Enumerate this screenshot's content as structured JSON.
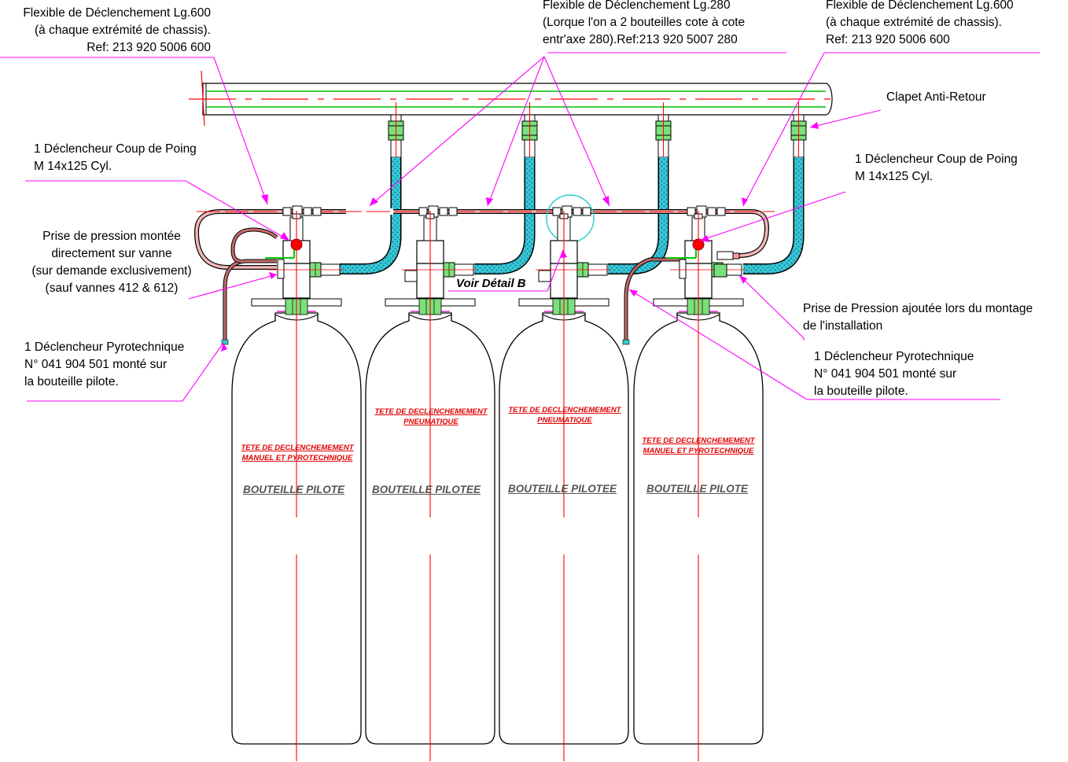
{
  "labels": {
    "flex600_left": [
      "Flexible de Déclenchement Lg.600",
      "(à chaque extrémité de chassis).",
      "Ref: 213 920 5006 600"
    ],
    "flex280": [
      "Flexible de Déclenchement Lg.280",
      "(Lorque l'on a 2 bouteilles cote à cote",
      "entr'axe 280).Ref:213 920 5007 280"
    ],
    "flex600_right": [
      "Flexible de Déclenchement Lg.600",
      "(à chaque extrémité de chassis).",
      "Ref: 213 920 5006 600"
    ],
    "clapet": "Clapet Anti-Retour",
    "coup_left": [
      "1 Déclencheur Coup de Poing",
      "M 14x125 Cyl."
    ],
    "coup_right": [
      "1 Déclencheur  Coup de Poing",
      "M 14x125 Cyl."
    ],
    "prise_vanne": [
      "Prise de pression montée",
      "directement sur vanne",
      "(sur demande exclusivement)",
      "(sauf vannes 412 & 612)"
    ],
    "prise_ajoutee": [
      "Prise de Pression ajoutée lors du montage",
      "de l'installation"
    ],
    "pyro_left": [
      "1 Déclencheur Pyrotechnique",
      "N° 041 904 501 monté sur",
      "la  bouteille pilote."
    ],
    "pyro_right": [
      "1 Déclencheur Pyrotechnique",
      "N° 041 904 501 monté sur",
      "la  bouteille pilote."
    ],
    "voir_detail": "Voir Détail B"
  },
  "bottles": [
    {
      "tete": [
        "TETE DE DECLENCHEMEMENT",
        "MANUEL ET PYROTECHNIQUE"
      ],
      "name": "BOUTEILLE PILOTE"
    },
    {
      "tete": [
        "TETE DE DECLENCHEMEMENT",
        "PNEUMATIQUE"
      ],
      "name": "BOUTEILLE PILOTEE"
    },
    {
      "tete": [
        "TETE DE DECLENCHEMEMENT",
        "PNEUMATIQUE"
      ],
      "name": "BOUTEILLE PILOTEE"
    },
    {
      "tete": [
        "TETE DE DECLENCHEMEMENT",
        "MANUEL ET PYROTECHNIQUE"
      ],
      "name": "BOUTEILLE PILOTE"
    }
  ],
  "colors": {
    "leader": "#ff00ff",
    "axis": "#ff0000",
    "pipe": "#00cc00",
    "hose": "#33cccc",
    "trigger": "#ff0000",
    "trigger_line": "#b06060"
  }
}
